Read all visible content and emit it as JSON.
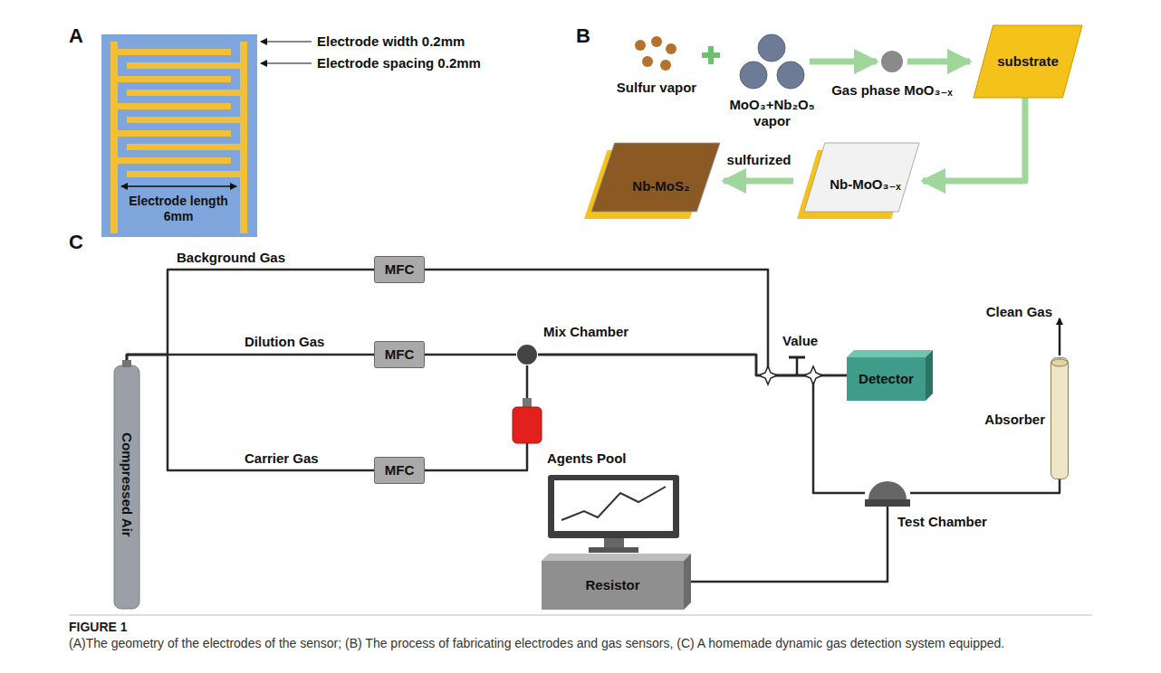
{
  "diagram": {
    "title": "FIGURE 1",
    "caption": "(A)The geometry of the electrodes of the sensor; (B) The process of fabricating electrodes and gas sensors, (C) A homemade dynamic gas detection system equipped.",
    "nodes": [
      {
        "text": [
          "Sulfur vapor"
        ]
      },
      {
        "text": [
          "MoO₃+Nb₂O₅ vapor"
        ]
      },
      {
        "text": [
          "Gas phase MoO₃₋ₓ"
        ]
      },
      {
        "text": [
          "substrate"
        ]
      },
      {
        "text": [
          "Nb-MoO₃₋ₓ"
        ]
      },
      {
        "text": [
          "Nb-MoS₂"
        ]
      },
      {
        "text": [
          "Compressed Air"
        ]
      },
      {
        "text": [
          "MFC"
        ]
      },
      {
        "text": [
          "MFC"
        ]
      },
      {
        "text": [
          "MFC"
        ]
      },
      {
        "text": [
          "Mix Chamber"
        ]
      },
      {
        "text": [
          "Agents Pool"
        ]
      },
      {
        "text": [
          "Detector"
        ]
      },
      {
        "text": [
          "Test Chamber"
        ]
      },
      {
        "text": [
          "Resistor"
        ]
      },
      {
        "text": [
          "Absorber"
        ]
      }
    ],
    "edges": [
      {
        "from": 1,
        "to": 2,
        "arrow": "to"
      },
      {
        "from": 2,
        "to": 3,
        "arrow": "to"
      },
      {
        "from": 3,
        "to": 4,
        "arrow": "to"
      },
      {
        "from": 4,
        "to": 5,
        "arrow": "to",
        "label": "sulfurized"
      },
      {
        "from": 6,
        "to": 7,
        "arrow": "none",
        "label": "Background Gas"
      },
      {
        "from": 6,
        "to": 8,
        "arrow": "none",
        "label": "Dilution Gas"
      },
      {
        "from": 6,
        "to": 9,
        "arrow": "none",
        "label": "Carrier Gas"
      },
      {
        "from": 8,
        "to": 10,
        "arrow": "none"
      },
      {
        "from": 9,
        "to": 11,
        "arrow": "none"
      },
      {
        "from": 11,
        "to": 10,
        "arrow": "none"
      },
      {
        "from": 7,
        "to": 12,
        "arrow": "none"
      },
      {
        "from": 10,
        "to": 12,
        "arrow": "none"
      },
      {
        "from": 10,
        "to": 13,
        "arrow": "none"
      },
      {
        "from": 13,
        "to": 15,
        "arrow": "none"
      },
      {
        "from": 14,
        "to": 13,
        "arrow": "none"
      }
    ],
    "labels": [
      "A",
      "Electrode width 0.2mm",
      "Electrode spacing 0.2mm",
      "Electrode length 6mm",
      "B",
      "C",
      "Value",
      "Clean Gas"
    ]
  }
}
